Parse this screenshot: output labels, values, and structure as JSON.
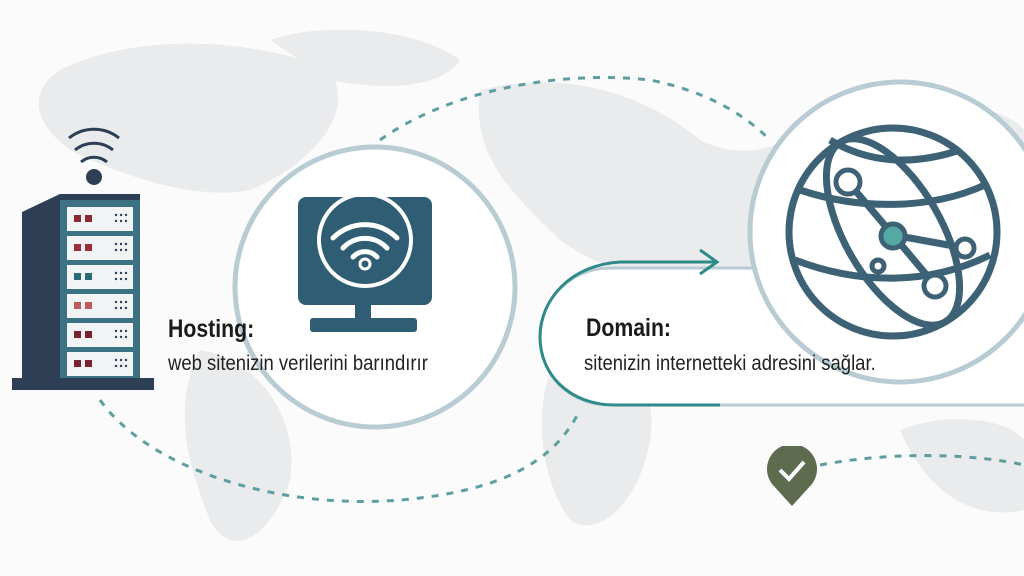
{
  "hosting": {
    "title": "Hosting:",
    "description": "web sitenizin verilerini barındırır",
    "icons": [
      "server-rack-icon",
      "wifi-signal-icon",
      "monitor-wifi-icon"
    ]
  },
  "domain": {
    "title": "Domain:",
    "description": "sitenizin internetteki adresini sağlar.",
    "icons": [
      "globe-network-icon",
      "arrow-right-icon",
      "check-pin-icon"
    ]
  },
  "colors": {
    "primary": "#2f5d74",
    "teal": "#2f8a8a",
    "dashed": "#5f9ea0",
    "circle_stroke": "#b9ccd4",
    "pin": "#5e6b4e"
  }
}
